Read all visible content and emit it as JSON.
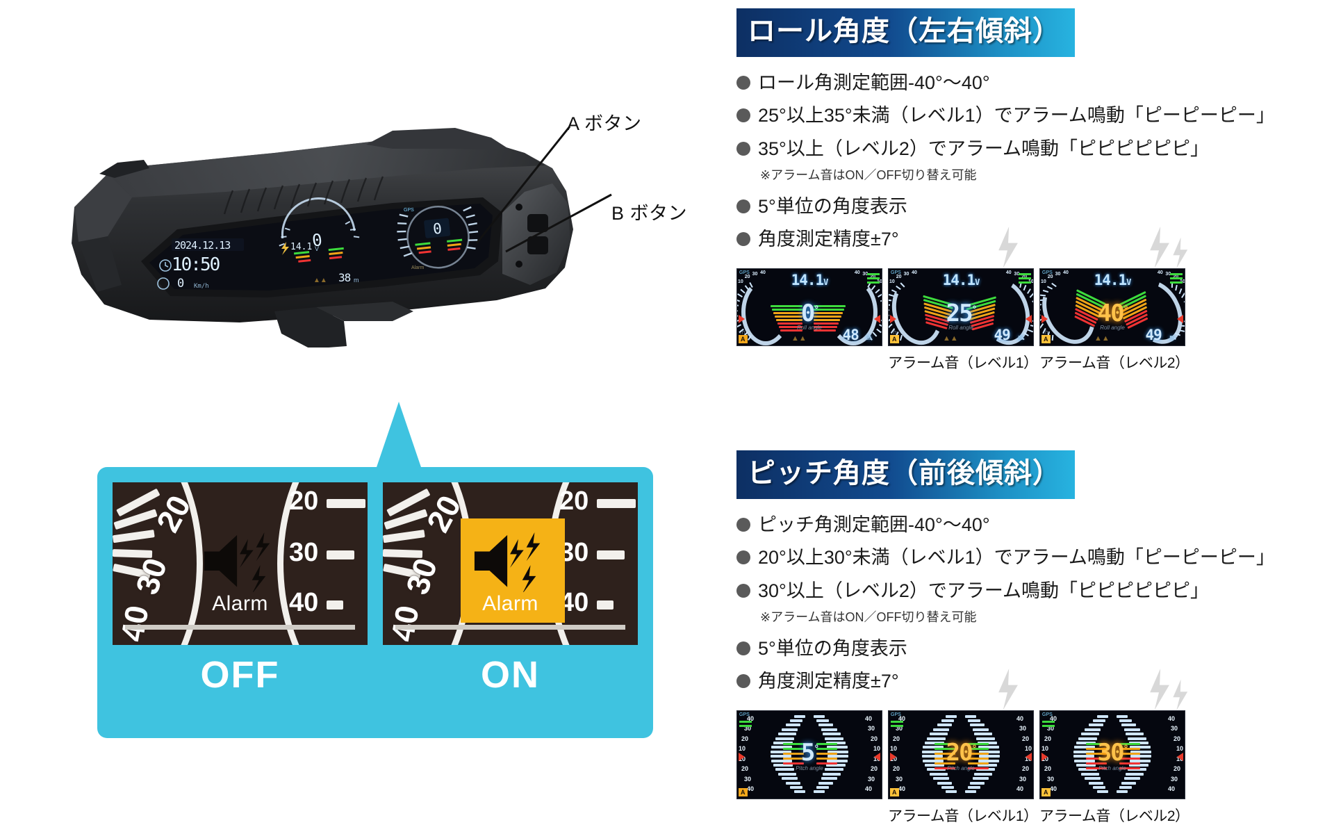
{
  "device": {
    "label_a": "A ボタン",
    "label_b": "B ボタン",
    "screen": {
      "date": "2024.12.13",
      "time": "10:50",
      "speed": "0",
      "speed_unit": "Km/h",
      "voltage": "14.1",
      "voltage_unit": "V",
      "roll_value": "0",
      "altitude": "38",
      "altitude_unit": "m"
    }
  },
  "alarm_callout": {
    "cards": [
      {
        "state": "OFF",
        "alarm_label": "Alarm",
        "icon": "speaker-muted-icon",
        "highlighted": false,
        "scale_numbers": [
          "20",
          "30",
          "40"
        ],
        "right_numbers": [
          "20",
          "30",
          "40"
        ]
      },
      {
        "state": "ON",
        "alarm_label": "Alarm",
        "icon": "speaker-active-icon",
        "highlighted": true,
        "scale_numbers": [
          "20",
          "30",
          "40"
        ],
        "right_numbers": [
          "20",
          "30",
          "40"
        ]
      }
    ]
  },
  "sections": [
    {
      "id": "roll",
      "banner": "ロール角度（左右傾斜）",
      "bullets": [
        "ロール角測定範囲-40°〜40°",
        "25°以上35°未満（レベル1）でアラーム鳴動「ピーピーピー」",
        "35°以上（レベル2）でアラーム鳴動「ピピピピピピ」"
      ],
      "note": "※アラーム音はON／OFF切り替え可能",
      "bullets_tail": [
        "5°単位の角度表示",
        "角度測定精度±7°"
      ],
      "panels": [
        {
          "caption": "",
          "voltage": "14.1",
          "voltage_unit": "V",
          "value": "0",
          "unit": "°",
          "gauge_label": "Roll angle",
          "altitude": "48",
          "altitude_unit": "m",
          "level": 0,
          "alarm_chip": "A",
          "bolt": false
        },
        {
          "caption": "アラーム音（レベル1）",
          "voltage": "14.1",
          "voltage_unit": "V",
          "value": "25",
          "unit": "°",
          "gauge_label": "Roll angle",
          "altitude": "49",
          "altitude_unit": "m",
          "level": 1,
          "alarm_chip": "A",
          "bolt": true
        },
        {
          "caption": "アラーム音（レベル2）",
          "voltage": "14.1",
          "voltage_unit": "V",
          "value": "40",
          "unit": "°",
          "gauge_label": "Roll angle",
          "altitude": "49",
          "altitude_unit": "m",
          "level": 2,
          "alarm_chip": "A",
          "bolt": true
        }
      ]
    },
    {
      "id": "pitch",
      "banner": "ピッチ角度（前後傾斜）",
      "bullets": [
        "ピッチ角測定範囲-40°〜40°",
        "20°以上30°未満（レベル1）でアラーム鳴動「ピーピーピー」",
        "30°以上（レベル2）でアラーム鳴動「ピピピピピピ」"
      ],
      "note": "※アラーム音はON／OFF切り替え可能",
      "bullets_tail": [
        "5°単位の角度表示",
        "角度測定精度±7°"
      ],
      "panels": [
        {
          "caption": "",
          "value": "5",
          "unit": "°",
          "gauge_label": "Pitch angle",
          "level": 0,
          "ladder_numbers": [
            "40",
            "30",
            "20",
            "10",
            "10",
            "20",
            "30",
            "40"
          ],
          "bolt": false
        },
        {
          "caption": "アラーム音（レベル1）",
          "value": "20",
          "unit": "°",
          "gauge_label": "Pitch angle",
          "level": 1,
          "ladder_numbers": [
            "40",
            "30",
            "20",
            "10",
            "10",
            "20",
            "30",
            "40"
          ],
          "bolt": true
        },
        {
          "caption": "アラーム音（レベル2）",
          "value": "30",
          "unit": "°",
          "gauge_label": "Pitch angle",
          "level": 2,
          "ladder_numbers": [
            "40",
            "30",
            "20",
            "10",
            "10",
            "20",
            "30",
            "40"
          ],
          "bolt": true
        }
      ]
    }
  ],
  "colors": {
    "accent_cyan": "#3fc3e0",
    "banner_dark": "#0d2f63",
    "banner_light": "#27b3e0",
    "alarm_amber": "#f5b216",
    "lcd_bg": "#05070f",
    "seg_green": "#3ddb3d",
    "seg_orange": "#f0a417",
    "seg_red": "#f03333"
  }
}
